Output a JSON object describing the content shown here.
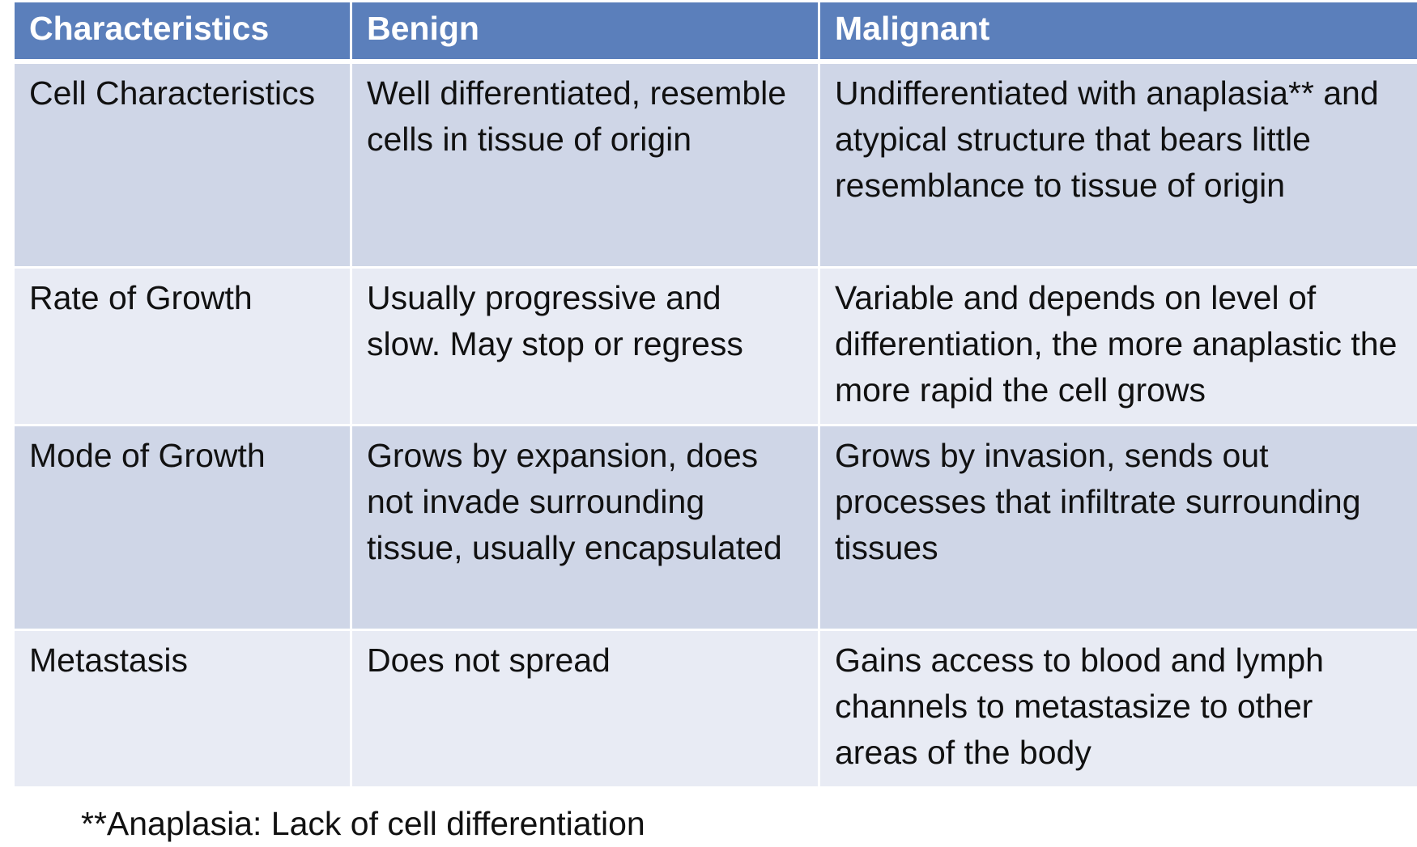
{
  "table": {
    "headers": [
      "Characteristics",
      "Benign",
      "Malignant"
    ],
    "rows": [
      [
        "Cell Characteristics",
        "Well differentiated, resemble cells in tissue of origin",
        "Undifferentiated with anaplasia** and atypical structure that bears little resemblance to tissue of origin"
      ],
      [
        "Rate of Growth",
        "Usually progressive and slow. May stop or regress",
        "Variable and depends on level of differentiation, the more anaplastic the more rapid the cell grows"
      ],
      [
        "Mode of Growth",
        "Grows by expansion, does not invade surrounding tissue, usually encapsulated",
        "Grows by invasion, sends out processes that infiltrate surrounding tissues"
      ],
      [
        "Metastasis",
        "Does not spread",
        "Gains access to blood and lymph channels to metastasize to other areas of the body"
      ]
    ]
  },
  "footnote": "**Anaplasia: Lack of cell differentiation",
  "colors": {
    "header_bg": "#5b7fbb",
    "row_dark": "#cfd6e7",
    "row_light": "#e8ebf4"
  }
}
